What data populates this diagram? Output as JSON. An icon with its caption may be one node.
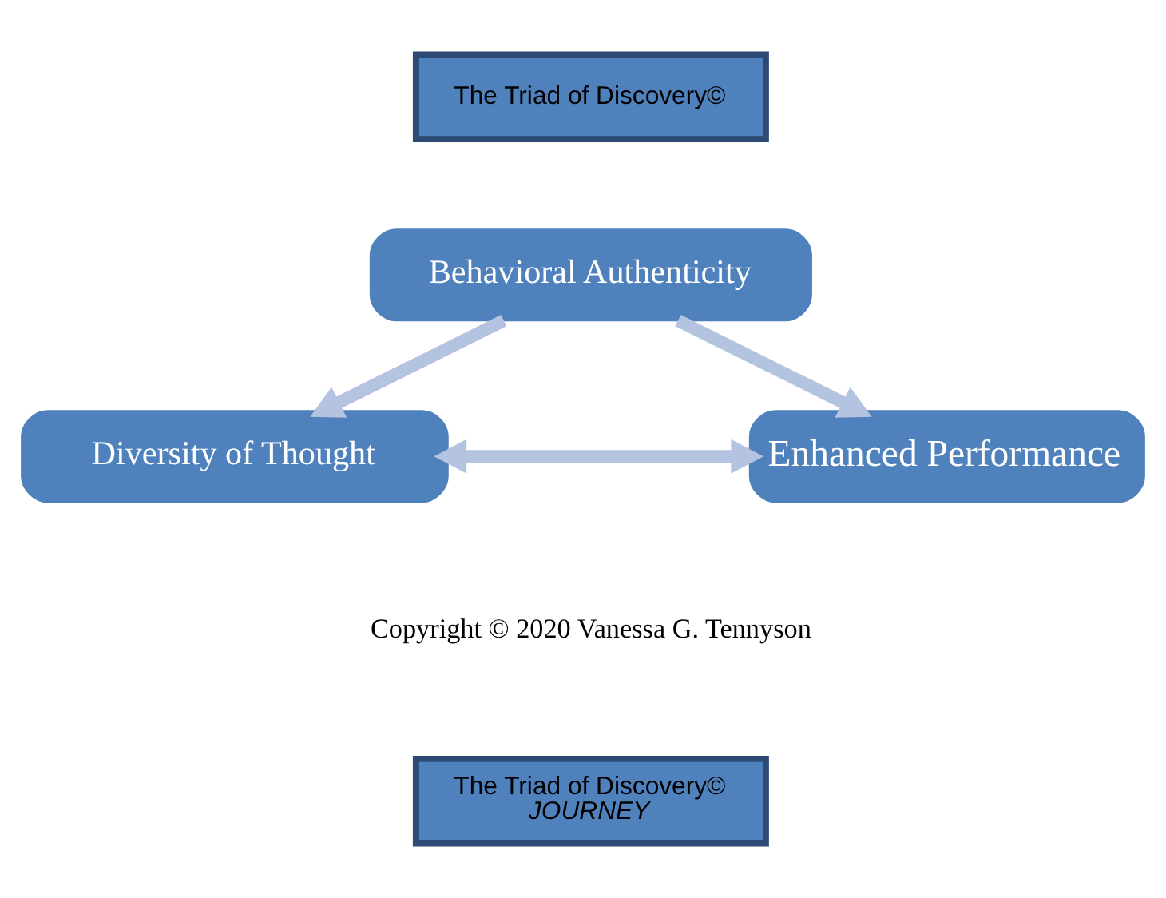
{
  "diagram": {
    "nodes": [
      {
        "text": [
          "The Triad of Discovery©"
        ]
      },
      {
        "text": [
          "Behavioral Authenticity"
        ]
      },
      {
        "text": [
          "Diversity of Thought"
        ]
      },
      {
        "text": [
          "Enhanced Performance"
        ]
      },
      {
        "text": [
          "The Triad of Discovery©",
          "JOURNEY"
        ]
      }
    ],
    "edges": [
      {
        "from": 1,
        "to": 2,
        "arrow": "to"
      },
      {
        "from": 1,
        "to": 3,
        "arrow": "to"
      },
      {
        "from": 2,
        "to": 3,
        "arrow": "both"
      }
    ],
    "labels": [
      "Copyright © 2020 Vanessa G. Tennyson"
    ]
  }
}
